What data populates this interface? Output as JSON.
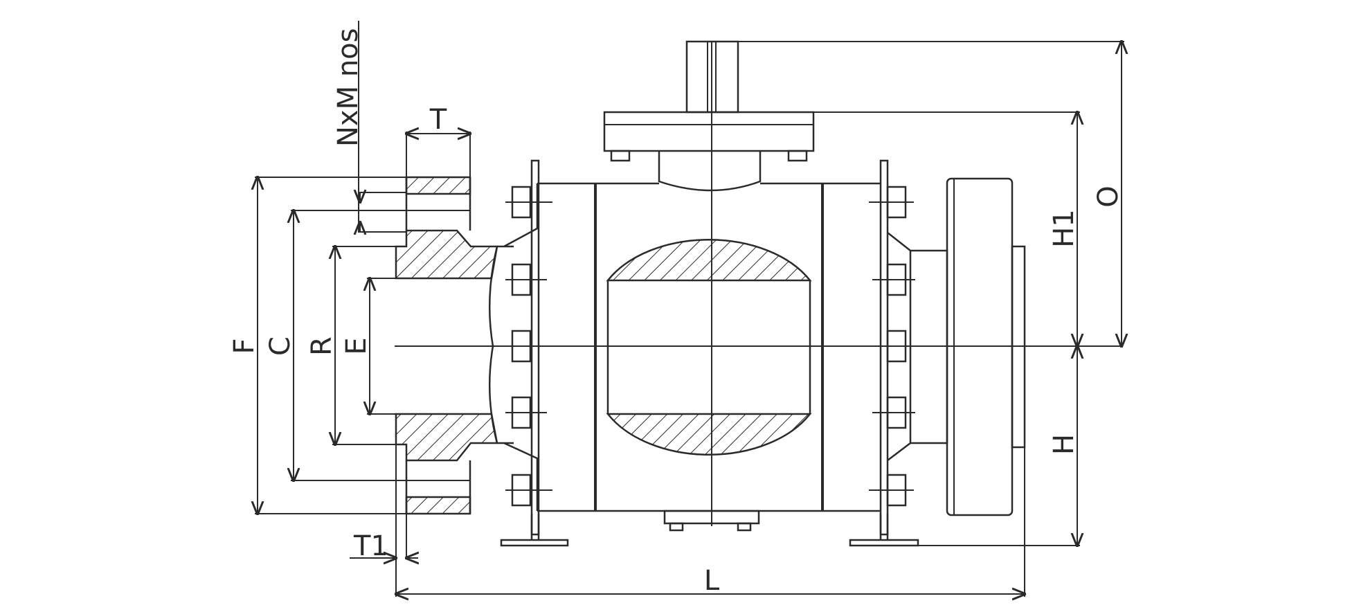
{
  "diagram": {
    "labels": {
      "nxm": "NxM nos",
      "t": "T",
      "t1": "T1",
      "f": "F",
      "c": "C",
      "r": "R",
      "e": "E",
      "l": "L",
      "h": "H",
      "h1": "H1",
      "o": "O"
    },
    "colors": {
      "line": "#2a2a2a",
      "background": "#ffffff"
    }
  }
}
